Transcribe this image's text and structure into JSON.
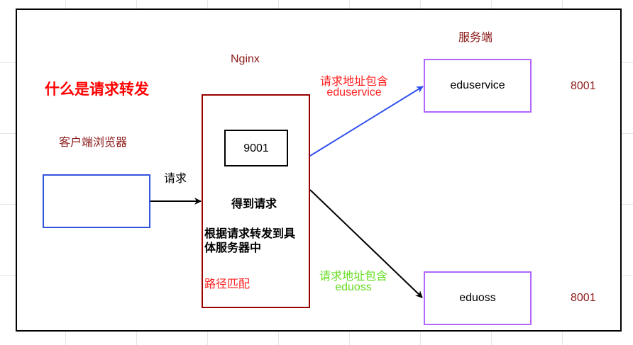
{
  "title": "什么是请求转发",
  "client": {
    "label": "客户端浏览器"
  },
  "request_label": "请求",
  "nginx": {
    "label": "Nginx",
    "port": "9001",
    "get_request": "得到请求",
    "forward_line1": "根据请求转发到具",
    "forward_line2": "体服务器中",
    "path_match": "路径匹配"
  },
  "server_group_label": "服务端",
  "eduservice": {
    "name": "eduservice",
    "port": "8001",
    "condition_line1": "请求地址包含",
    "condition_line2": "eduservice"
  },
  "eduoss": {
    "name": "eduoss",
    "port": "8001",
    "condition_line1": "请求地址包含",
    "condition_line2": "eduoss"
  },
  "colors": {
    "title": "#ff0000",
    "dark_red": "#8b1a1a",
    "client_border": "#3355dd",
    "nginx_border": "#990000",
    "server_border": "#b266ff",
    "blue_arrow": "#2f4ff0",
    "green_text": "#66dd22",
    "red_text": "#ff2222"
  }
}
